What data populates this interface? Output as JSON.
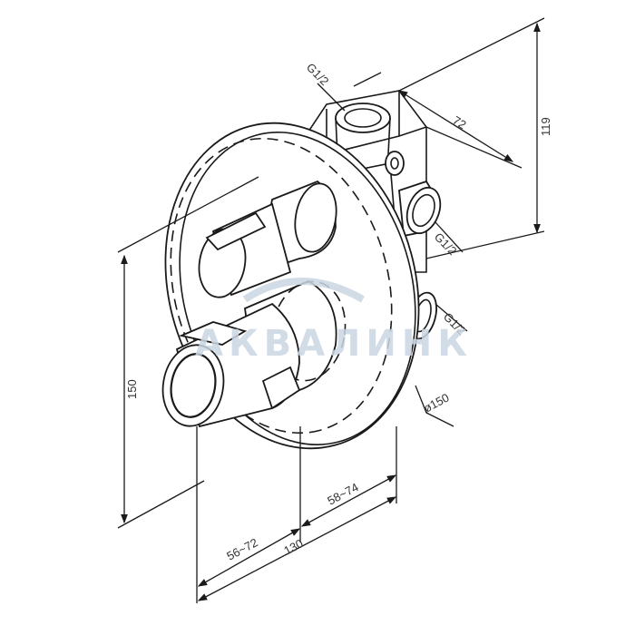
{
  "drawing": {
    "labels": {
      "thread_top": "G1/2",
      "thread_right_upper": "G1/2",
      "thread_right_lower": "G1/2",
      "depth": "72",
      "height_body": "119",
      "height_plate": "150",
      "plate_diameter": "ø150",
      "width_total": "130",
      "width_left": "56~72",
      "width_right": "58~74"
    },
    "watermark": "АКВАЛИНК"
  }
}
